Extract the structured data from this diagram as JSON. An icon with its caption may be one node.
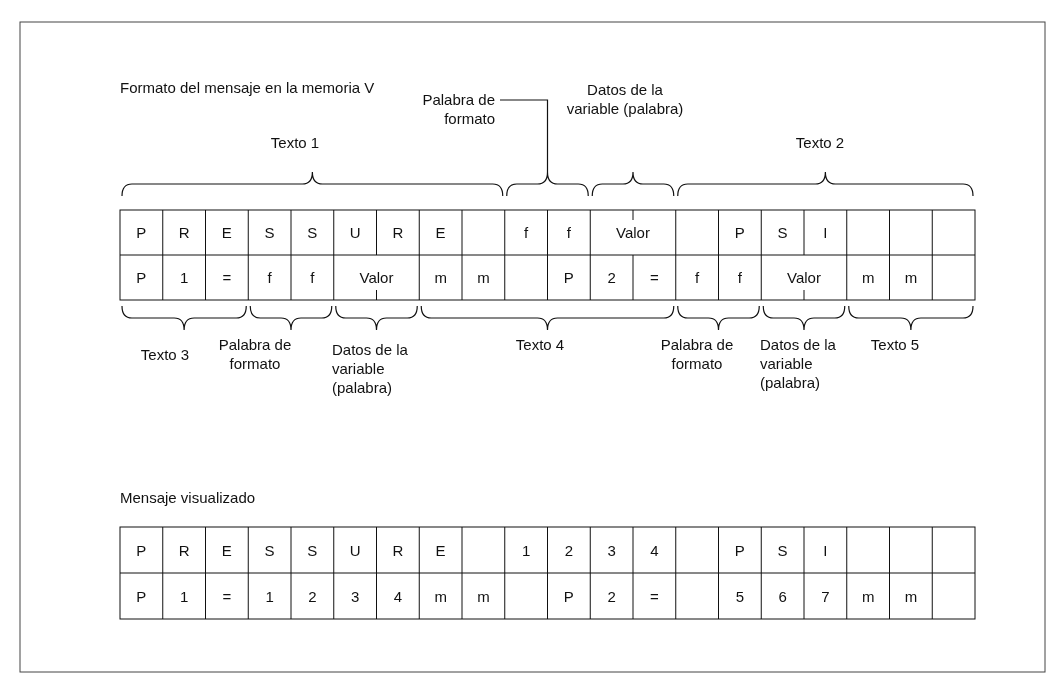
{
  "diagram": {
    "nodes": [
      {
        "text": [
          "Palabra de formato"
        ]
      },
      {
        "text": [],
        "shape": "bracket"
      }
    ],
    "edges": [
      {
        "from": 0,
        "to": 1,
        "arrow": "none"
      }
    ],
    "labels": [
      "Formato del mensaje en la memoria V",
      "Datos de la variable (palabra)",
      "Texto 1",
      "Texto 2",
      "P",
      "R",
      "E",
      "S",
      "S",
      "U",
      "R",
      "E",
      "f",
      "f",
      "Valor",
      "P",
      "S",
      "I",
      "P",
      "1",
      "=",
      "f",
      "f",
      "Valor",
      "m",
      "m",
      "P",
      "2",
      "=",
      "f",
      "f",
      "Valor",
      "m",
      "m",
      "Texto 3",
      "Palabra de formato",
      "Datos de la variable (palabra)",
      "Texto 4",
      "Palabra de formato",
      "Datos de la variable (palabra)",
      "Texto 5",
      "Mensaje visualizado",
      "P",
      "R",
      "E",
      "S",
      "S",
      "U",
      "R",
      "E",
      "1",
      "2",
      "3",
      "4",
      "P",
      "S",
      "I",
      "P",
      "1",
      "=",
      "1",
      "2",
      "3",
      "4",
      "m",
      "m",
      "P",
      "2",
      "=",
      "5",
      "6",
      "7",
      "m",
      "m"
    ]
  }
}
